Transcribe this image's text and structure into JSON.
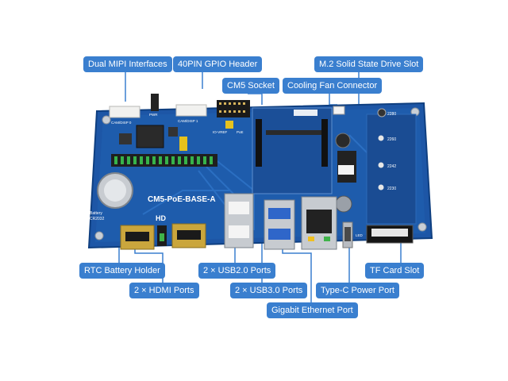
{
  "labels": {
    "dual_mipi": "Dual MIPI Interfaces",
    "gpio_header": "40PIN GPIO Header",
    "m2_slot": "M.2 Solid State Drive Slot",
    "cm5_socket": "CM5 Socket",
    "cooling_fan": "Cooling Fan Connector",
    "rtc_battery": "RTC Battery Holder",
    "usb2": "2 × USB2.0 Ports",
    "tf_card": "TF Card Slot",
    "hdmi": "2 × HDMI Ports",
    "usb3": "2 × USB3.0 Ports",
    "typec": "Type-C Power Port",
    "ethernet": "Gigabit Ethernet Port"
  },
  "board": {
    "name": "CM5-PoE-BASE-A",
    "hd_mark": "HD",
    "battery_text": "Battery",
    "battery_model": "CR2032",
    "cam0": "CAM/DISP 0",
    "cam1": "CAM/DISP 1",
    "pwr": "PWR",
    "poe": "PoE",
    "io_vref": "IO-VREF",
    "ssd_2280": "2280",
    "ssd_2260": "2260",
    "ssd_2242": "2242",
    "ssd_2230": "2230",
    "led": "LED"
  },
  "colors": {
    "callout": "#3a7fcf",
    "pcb": "#1d56a6",
    "pcb_dark": "#16498f"
  }
}
